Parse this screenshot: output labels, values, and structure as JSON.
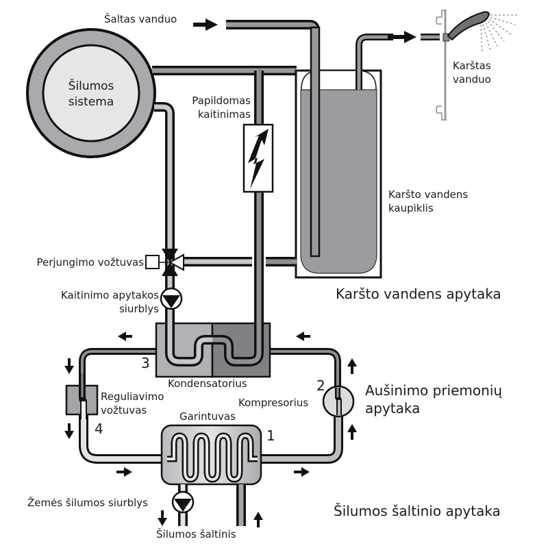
{
  "title": "Heat pump system diagram",
  "colors": {
    "pipe_dark": "#8f9094",
    "pipe_mid": "#a4a5a8",
    "pipe_light": "#c8c9cc",
    "tank_water": "#9b9c9f",
    "system_ring": "#a9aaad",
    "system_inner": "#e6e6e7",
    "outline": "#111111"
  },
  "labels": {
    "cold_water": "Šaltas vanduo",
    "hot_water_line1": "Karštas",
    "hot_water_line2": "vanduo",
    "heating_system_line1": "Šilumos",
    "heating_system_line2": "sistema",
    "aux_heating_line1": "Papildomas",
    "aux_heating_line2": "kaitinimas",
    "storage_line1": "Karšto vandens",
    "storage_line2": "kaupiklis",
    "switch_valve": "Perjungimo vožtuvas",
    "heating_pump_line1": "Kaitinimo apytakos",
    "heating_pump_line2": "siurblys",
    "condenser": "Kondensatorius",
    "expansion_valve_line1": "Reguliavimo",
    "expansion_valve_line2": "vožtuvas",
    "compressor": "Kompresorius",
    "evaporator": "Garintuvas",
    "ground_pump": "Žemės šilumos siurblys",
    "heat_source": "Šilumos šaltinis"
  },
  "circuits": {
    "hot_water_circuit": "Karšto vandens apytaka",
    "refrigerant_circuit_line1": "Aušinimo priemonių",
    "refrigerant_circuit_line2": "apytaka",
    "source_circuit": "Šilumos šaltinio apytaka"
  },
  "stage_numbers": {
    "n1": "1",
    "n2": "2",
    "n3": "3",
    "n4": "4"
  },
  "icons": {
    "lightning": "electric-heater-icon",
    "shower": "shower-head-icon",
    "pump": "pump-icon",
    "valve": "three-way-valve-icon",
    "arrow": "flow-arrow-icon"
  }
}
